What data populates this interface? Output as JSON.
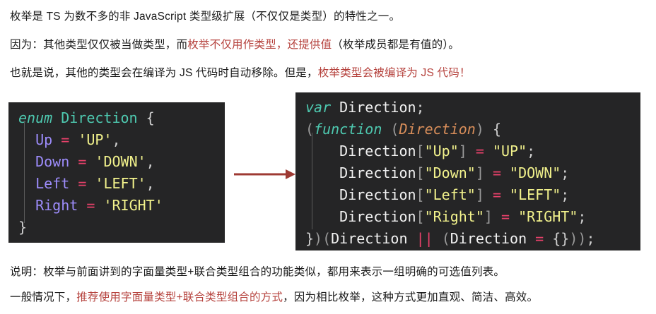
{
  "intro": {
    "line1": [
      {
        "text": "枚举是 TS 为数不多的非 JavaScript 类型级扩展（不仅仅是类型）的特性之一。",
        "style": "normal"
      }
    ],
    "line2_a": "因为：其他类型仅仅被当做类型，而",
    "line2_hl": "枚举不仅用作类型，还提供值",
    "line2_b": "（枚举成员都是有值的）。",
    "line3_a": "也就是说，其他的类型会在编译为 JS 代码时自动移除。但是，",
    "line3_hl": "枚举类型会被编译为 JS 代码！"
  },
  "code_left": {
    "language": "typescript",
    "lines": [
      {
        "tokens": [
          {
            "t": "enum",
            "c": "t-kw"
          },
          {
            "t": " ",
            "c": "t-plain"
          },
          {
            "t": "Direction",
            "c": "t-type"
          },
          {
            "t": " ",
            "c": "t-plain"
          },
          {
            "t": "{",
            "c": "t-punct"
          }
        ]
      },
      {
        "tokens": [
          {
            "t": "  ",
            "c": "t-plain"
          },
          {
            "t": "Up",
            "c": "t-member"
          },
          {
            "t": " ",
            "c": "t-plain"
          },
          {
            "t": "=",
            "c": "t-op"
          },
          {
            "t": " ",
            "c": "t-plain"
          },
          {
            "t": "'UP'",
            "c": "t-str"
          },
          {
            "t": ",",
            "c": "t-punct"
          }
        ]
      },
      {
        "tokens": [
          {
            "t": "  ",
            "c": "t-plain"
          },
          {
            "t": "Down",
            "c": "t-member"
          },
          {
            "t": " ",
            "c": "t-plain"
          },
          {
            "t": "=",
            "c": "t-op"
          },
          {
            "t": " ",
            "c": "t-plain"
          },
          {
            "t": "'DOWN'",
            "c": "t-str"
          },
          {
            "t": ",",
            "c": "t-punct"
          }
        ]
      },
      {
        "tokens": [
          {
            "t": "  ",
            "c": "t-plain"
          },
          {
            "t": "Left",
            "c": "t-member"
          },
          {
            "t": " ",
            "c": "t-plain"
          },
          {
            "t": "=",
            "c": "t-op"
          },
          {
            "t": " ",
            "c": "t-plain"
          },
          {
            "t": "'LEFT'",
            "c": "t-str"
          },
          {
            "t": ",",
            "c": "t-punct"
          }
        ]
      },
      {
        "tokens": [
          {
            "t": "  ",
            "c": "t-plain"
          },
          {
            "t": "Right",
            "c": "t-member"
          },
          {
            "t": " ",
            "c": "t-plain"
          },
          {
            "t": "=",
            "c": "t-op"
          },
          {
            "t": " ",
            "c": "t-plain"
          },
          {
            "t": "'RIGHT'",
            "c": "t-str"
          }
        ]
      },
      {
        "tokens": [
          {
            "t": "}",
            "c": "t-punct"
          }
        ]
      }
    ]
  },
  "code_right": {
    "language": "javascript",
    "lines": [
      {
        "tokens": [
          {
            "t": "var",
            "c": "t-kw"
          },
          {
            "t": " ",
            "c": "t-plain"
          },
          {
            "t": "Direction",
            "c": "t-plain"
          },
          {
            "t": ";",
            "c": "t-punct"
          }
        ]
      },
      {
        "tokens": [
          {
            "t": "(",
            "c": "t-dim"
          },
          {
            "t": "function",
            "c": "t-kw"
          },
          {
            "t": " ",
            "c": "t-plain"
          },
          {
            "t": "(",
            "c": "t-dim"
          },
          {
            "t": "Direction",
            "c": "t-param"
          },
          {
            "t": ")",
            "c": "t-dim"
          },
          {
            "t": " ",
            "c": "t-plain"
          },
          {
            "t": "{",
            "c": "t-punct"
          }
        ]
      },
      {
        "tokens": [
          {
            "t": "    ",
            "c": "t-plain"
          },
          {
            "t": "Direction",
            "c": "t-plain"
          },
          {
            "t": "[",
            "c": "t-dim"
          },
          {
            "t": "\"Up\"",
            "c": "t-str"
          },
          {
            "t": "]",
            "c": "t-dim"
          },
          {
            "t": " ",
            "c": "t-plain"
          },
          {
            "t": "=",
            "c": "t-op"
          },
          {
            "t": " ",
            "c": "t-plain"
          },
          {
            "t": "\"UP\"",
            "c": "t-str"
          },
          {
            "t": ";",
            "c": "t-punct"
          }
        ]
      },
      {
        "tokens": [
          {
            "t": "    ",
            "c": "t-plain"
          },
          {
            "t": "Direction",
            "c": "t-plain"
          },
          {
            "t": "[",
            "c": "t-dim"
          },
          {
            "t": "\"Down\"",
            "c": "t-str"
          },
          {
            "t": "]",
            "c": "t-dim"
          },
          {
            "t": " ",
            "c": "t-plain"
          },
          {
            "t": "=",
            "c": "t-op"
          },
          {
            "t": " ",
            "c": "t-plain"
          },
          {
            "t": "\"DOWN\"",
            "c": "t-str"
          },
          {
            "t": ";",
            "c": "t-punct"
          }
        ]
      },
      {
        "tokens": [
          {
            "t": "    ",
            "c": "t-plain"
          },
          {
            "t": "Direction",
            "c": "t-plain"
          },
          {
            "t": "[",
            "c": "t-dim"
          },
          {
            "t": "\"Left\"",
            "c": "t-str"
          },
          {
            "t": "]",
            "c": "t-dim"
          },
          {
            "t": " ",
            "c": "t-plain"
          },
          {
            "t": "=",
            "c": "t-op"
          },
          {
            "t": " ",
            "c": "t-plain"
          },
          {
            "t": "\"LEFT\"",
            "c": "t-str"
          },
          {
            "t": ";",
            "c": "t-punct"
          }
        ]
      },
      {
        "tokens": [
          {
            "t": "    ",
            "c": "t-plain"
          },
          {
            "t": "Direction",
            "c": "t-plain"
          },
          {
            "t": "[",
            "c": "t-dim"
          },
          {
            "t": "\"Right\"",
            "c": "t-str"
          },
          {
            "t": "]",
            "c": "t-dim"
          },
          {
            "t": " ",
            "c": "t-plain"
          },
          {
            "t": "=",
            "c": "t-op"
          },
          {
            "t": " ",
            "c": "t-plain"
          },
          {
            "t": "\"RIGHT\"",
            "c": "t-str"
          },
          {
            "t": ";",
            "c": "t-punct"
          }
        ]
      },
      {
        "tokens": [
          {
            "t": "}",
            "c": "t-punct"
          },
          {
            "t": ")(",
            "c": "t-dim"
          },
          {
            "t": "Direction",
            "c": "t-plain"
          },
          {
            "t": " ",
            "c": "t-plain"
          },
          {
            "t": "||",
            "c": "t-op"
          },
          {
            "t": " ",
            "c": "t-plain"
          },
          {
            "t": "(",
            "c": "t-dim"
          },
          {
            "t": "Direction",
            "c": "t-plain"
          },
          {
            "t": " ",
            "c": "t-plain"
          },
          {
            "t": "=",
            "c": "t-op"
          },
          {
            "t": " ",
            "c": "t-plain"
          },
          {
            "t": "{}",
            "c": "t-punct"
          },
          {
            "t": "))",
            "c": "t-dim"
          },
          {
            "t": ";",
            "c": "t-punct"
          }
        ]
      }
    ]
  },
  "arrow": {
    "name": "compiles-to-arrow",
    "color": "#9e3a33",
    "direction": "right"
  },
  "outro": {
    "line1": "说明：枚举与前面讲到的字面量类型+联合类型组合的功能类似，都用来表示一组明确的可选值列表。",
    "line2_a": "一般情况下，",
    "line2_hl": "推荐使用字面量类型+联合类型组合的方式",
    "line2_b": "，因为相比枚举，这种方式更加直观、简洁、高效。"
  },
  "colors": {
    "code_bg": "#252526",
    "highlight_text": "#b5413c",
    "body_text": "#1a1a1a",
    "keyword": "#4ec9b0",
    "member": "#9d8cfb",
    "string": "#f2f28c",
    "operator": "#e8416a",
    "param": "#d98e5a"
  }
}
